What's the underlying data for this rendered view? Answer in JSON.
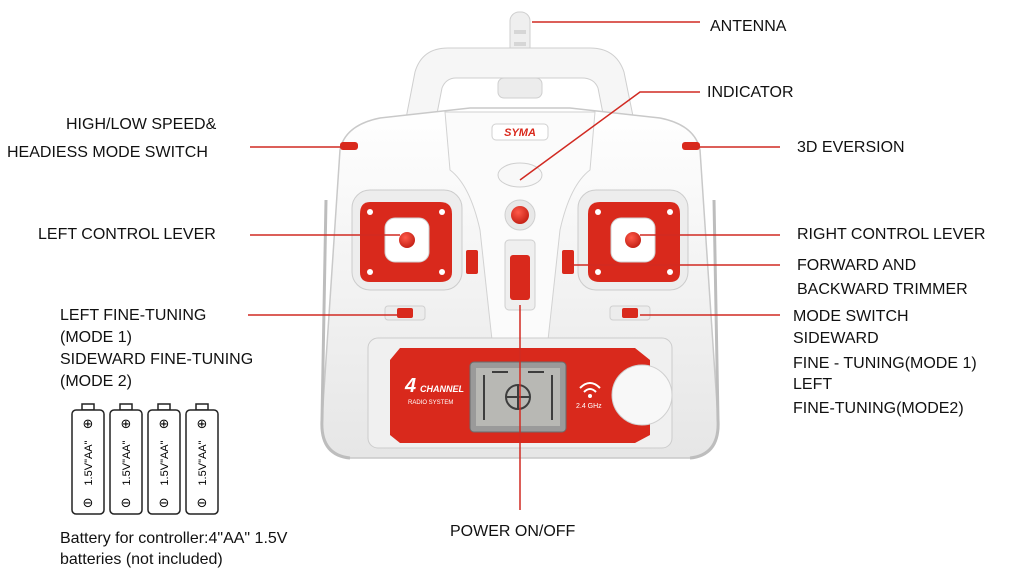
{
  "labels": {
    "antenna": "ANTENNA",
    "indicator": "INDICATOR",
    "speed_switch_line1": "HIGH/LOW SPEED&",
    "speed_switch_line2": "HEADIESS MODE SWITCH",
    "eversion": "3D EVERSION",
    "left_lever": "LEFT CONTROL LEVER",
    "right_lever": "RIGHT CONTROL LEVER",
    "trimmer_line1": "FORWARD AND",
    "trimmer_line2": "BACKWARD TRIMMER",
    "left_fine_line1": "LEFT FINE-TUNING",
    "left_fine_line2": "(MODE 1)",
    "left_fine_line3": "SIDEWARD FINE-TUNING",
    "left_fine_line4": "(MODE 2)",
    "mode_switch": "MODE SWITCH",
    "sideward_line1": "SIDEWARD",
    "sideward_line2": "FINE - TUNING(MODE 1)",
    "sideward_line3": "LEFT",
    "sideward_line4": "FINE-TUNING(MODE2)",
    "power": "POWER ON/OFF"
  },
  "device": {
    "brand": "SYMA",
    "channel_number": "4",
    "channel_word": "CHANNEL",
    "radio_system": "RADIO SYSTEM",
    "frequency": "2.4 GHz"
  },
  "batteries": {
    "count": 4,
    "cell_text": "1.5V\"AA\"",
    "plus_symbol": "⊕",
    "minus_symbol": "⊖",
    "caption_line1": "Battery for controller:4\"AA\" 1.5V",
    "caption_line2": "batteries (not included)"
  },
  "colors": {
    "accent_red": "#d9291c",
    "leader_line": "#d12a22",
    "body_white": "#f4f4f4",
    "body_shadow": "#c9c9c9"
  }
}
